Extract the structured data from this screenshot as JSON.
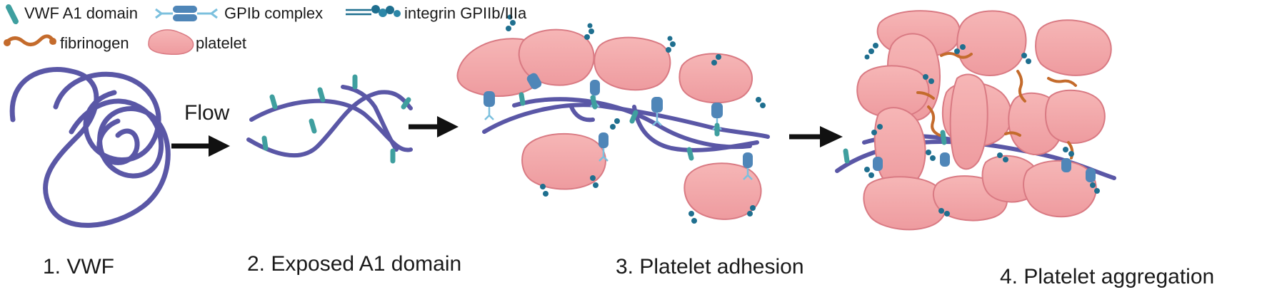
{
  "legend": {
    "vwf_a1": "VWF A1 domain",
    "gpib": "GPIb complex",
    "integrin": "integrin GPIIb/IIIa",
    "fibrinogen": "fibrinogen",
    "platelet": "platelet"
  },
  "flow_label": "Flow",
  "stages": [
    {
      "label": "1. VWF"
    },
    {
      "label": "2. Exposed A1 domain"
    },
    {
      "label": "3. Platelet adhesion"
    },
    {
      "label": "4. Platelet aggregation"
    }
  ],
  "colors": {
    "vwf_strand": "#5a57a6",
    "a1_domain": "#3f9f9f",
    "platelet_fill": "#f2a8a8",
    "platelet_edge": "#d97a83",
    "gpib": "#4f86b8",
    "integrin": "#1f6f8f",
    "fibrinogen": "#c46b2c",
    "arrow": "#111111"
  }
}
